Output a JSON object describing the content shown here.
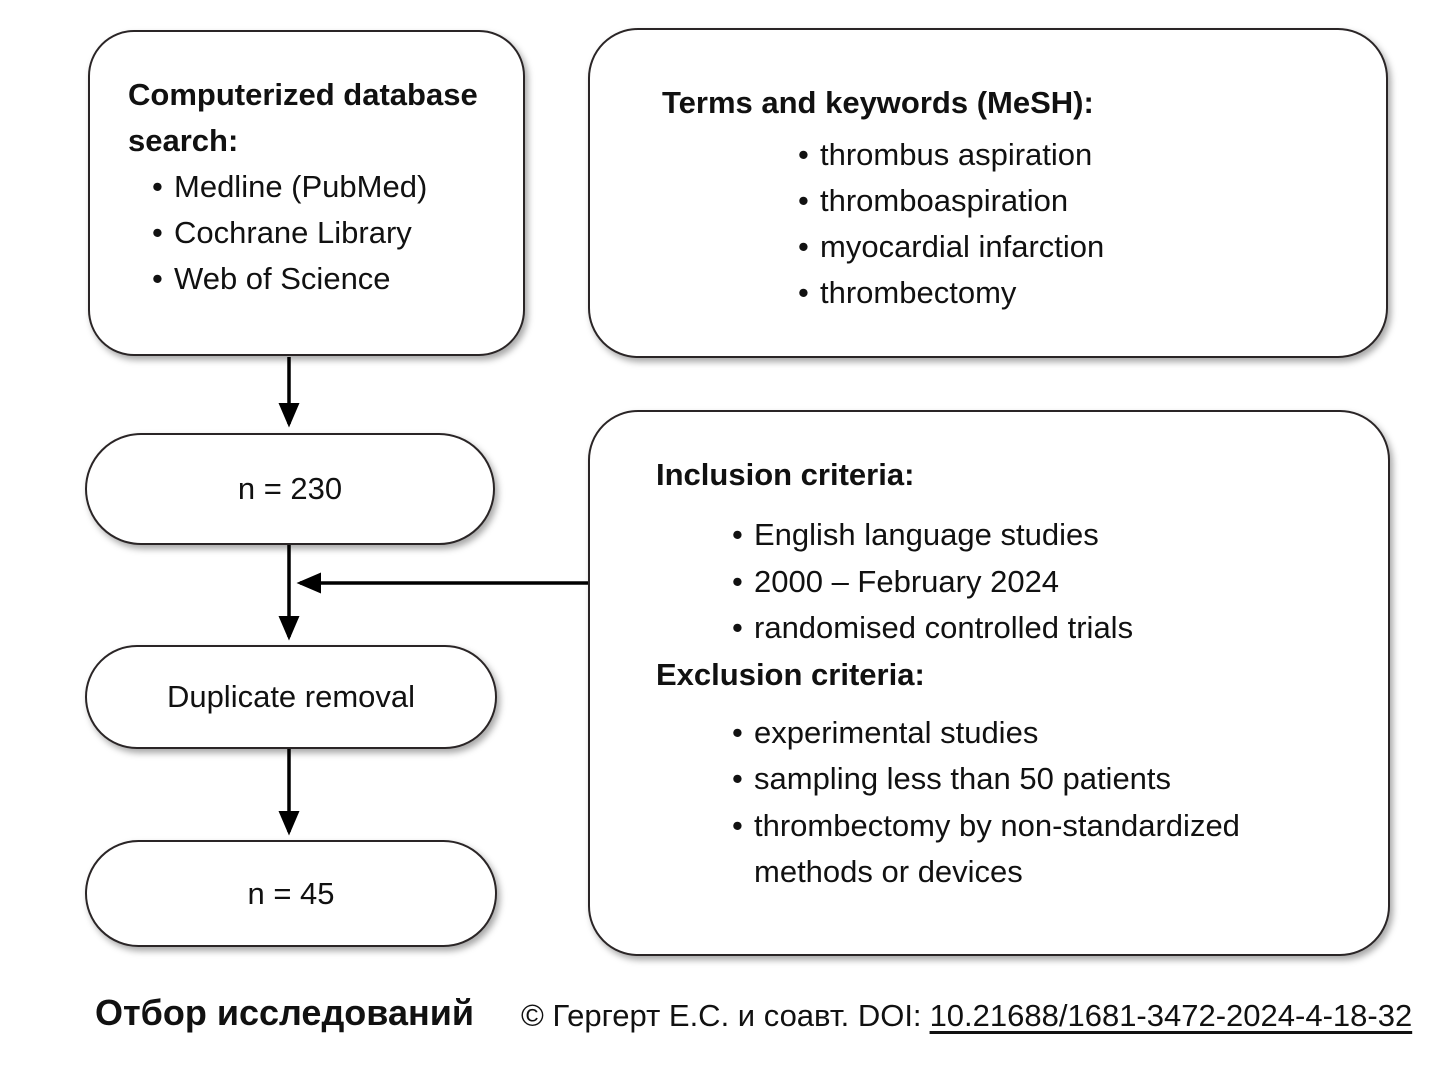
{
  "diagram": {
    "search_box": {
      "title": "Computerized database search:",
      "items": [
        "Medline (PubMed)",
        "Cochrane Library",
        "Web of Science"
      ]
    },
    "terms_box": {
      "title": "Terms and keywords (MeSH):",
      "items": [
        "thrombus aspiration",
        "thromboaspiration",
        "myocardial infarction",
        "thrombectomy"
      ]
    },
    "n230_box": {
      "label": "n = 230"
    },
    "criteria_box": {
      "inclusion_title": "Inclusion criteria:",
      "inclusion_items": [
        "English language studies",
        "2000 – February 2024",
        "randomised controlled trials"
      ],
      "exclusion_title": "Exclusion criteria:",
      "exclusion_items": [
        "experimental studies",
        "sampling less than 50 patients",
        "thrombectomy by non-standardized methods or devices"
      ]
    },
    "duplicate_box": {
      "label": "Duplicate removal"
    },
    "n45_box": {
      "label": "n = 45"
    }
  },
  "caption": {
    "title": "Отбор исследований",
    "attribution": "© Гергерт Е.С. и соавт. DOI:",
    "doi": "10.21688/1681-3472-2024-4-18-32"
  },
  "colors": {
    "background": "#ffffff",
    "box_border": "#2a2526",
    "line": "#000000"
  }
}
